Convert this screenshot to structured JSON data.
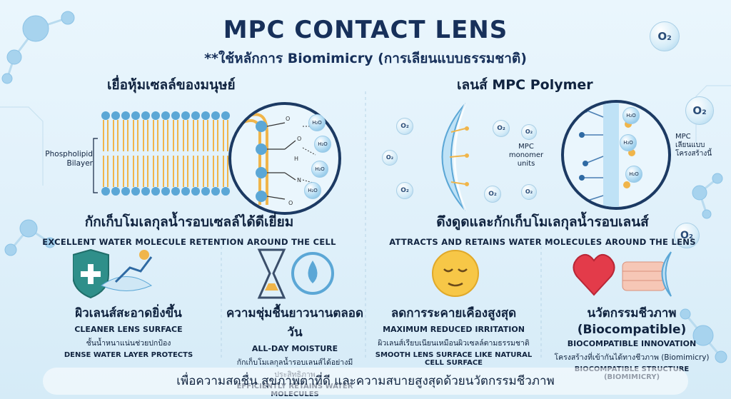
{
  "header": {
    "title": "MPC CONTACT LENS",
    "subtitle": "**ใช้หลักการ Biomimicry (การเลียนแบบธรรมชาติ)"
  },
  "left_panel": {
    "heading": "เยื่อหุ้มเซลล์ของมนุษย์",
    "membrane_label": [
      "Phospholipid",
      "Bilayer"
    ],
    "water_label": "H₂O",
    "caption_th": "กักเก็บโมเลกุลน้ำรอบเซลล์ได้ดีเยี่ยม",
    "caption_en": "EXCELLENT WATER MOLECULE RETENTION AROUND THE CELL"
  },
  "right_panel": {
    "heading": "เลนส์ MPC Polymer",
    "o2_label": "O₂",
    "monomer_label": [
      "MPC",
      "monomer",
      "units"
    ],
    "mimic_label": [
      "MPC",
      "เลียนแบบ",
      "โครงสร้างนี้"
    ],
    "caption_th": "ดึงดูดและกักเก็บโมเลกุลน้ำรอบเลนส์",
    "caption_en": "ATTRACTS AND RETAINS WATER MOLECULES AROUND THE LENS"
  },
  "benefits": [
    {
      "th": "ผิวเลนส์สะอาดยิ่งขึ้น",
      "en": "CLEANER LENS SURFACE",
      "desc_th": "ชั้นน้ำหนาแน่นช่วยปกป้อง",
      "desc_en": "DENSE WATER LAYER PROTECTS",
      "icon": "shield-lens-icon"
    },
    {
      "th": "ความชุ่มชื้นยาวนานตลอดวัน",
      "en": "ALL-DAY MOISTURE",
      "desc_th": "กักเก็บโมเลกุลน้ำรอบเลนส์ได้อย่างมีประสิทธิภาพ",
      "desc_en": "EFFICIENTLY RETAINS WATER MOLECULES",
      "icon": "hourglass-water-icon"
    },
    {
      "th": "ลดการระคายเคืองสูงสุด",
      "en": "MAXIMUM REDUCED IRRITATION",
      "desc_th": "ผิวเลนส์เรียบเนียนเหมือนผิวเซลล์ตามธรรมชาติ",
      "desc_en": "SMOOTH LENS SURFACE LIKE NATURAL CELL SURFACE",
      "icon": "calm-face-icon"
    },
    {
      "th": "นวัตกรรมชีวภาพ (Biocompatible)",
      "en": "BIOCOMPATIBLE INNOVATION",
      "desc_th": "โครงสร้างที่เข้ากันได้ทางชีวภาพ (Biomimicry)",
      "desc_en": "BIOCOMPATIBLE STRUCTURE (BIOMIMICRY)",
      "icon": "heart-tissue-icon"
    }
  ],
  "footer": {
    "text": "เพื่อความสดชื่น สุขภาพตาที่ดี และความสบายสูงสุดด้วยนวัตกรรมชีวภาพ"
  },
  "colors": {
    "background": "#e4f3fb",
    "title": "#17305a",
    "lipid_head": "#5ba7d6",
    "lipid_tail": "#f0b54a",
    "heart": "#e33b4a",
    "shield": "#2f8f8a"
  }
}
